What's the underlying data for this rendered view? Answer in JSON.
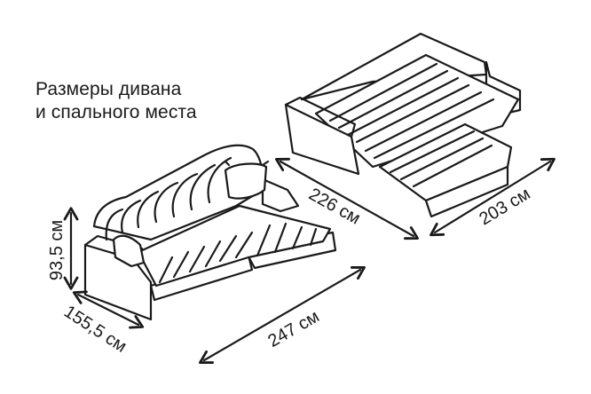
{
  "heading": {
    "line1": "Размеры дивана",
    "line2": "и спального места"
  },
  "dimensions": {
    "height": "93,5 см",
    "depth": "155,5 см",
    "width": "247 см",
    "bed_length": "226 см",
    "bed_width": "203 см"
  }
}
